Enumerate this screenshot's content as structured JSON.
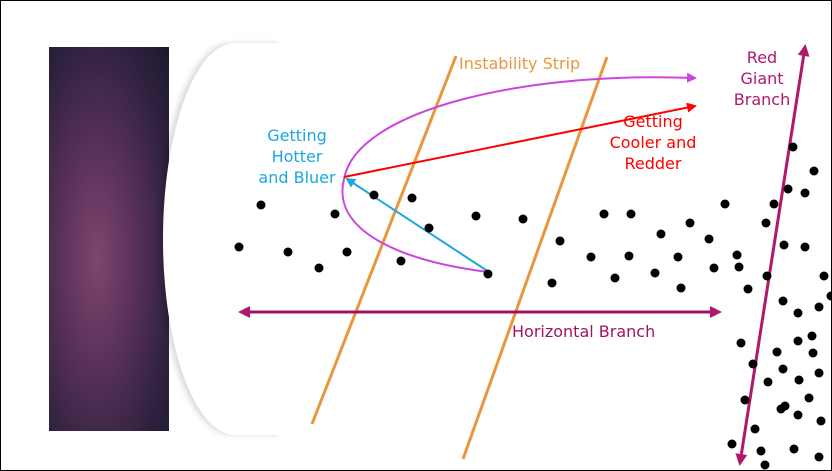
{
  "labels": {
    "instability_strip": "Instability Strip",
    "red_giant_branch": [
      "Red",
      "Giant",
      "Branch"
    ],
    "getting_cooler": [
      "Getting",
      "Cooler and",
      "Redder"
    ],
    "getting_hotter": [
      "Getting",
      "Hotter",
      "and Bluer"
    ],
    "horizontal_branch": "Horizontal Branch"
  },
  "colors": {
    "instability_strip": "#e8973f",
    "red_giant_branch": "#b0186b",
    "horizontal_branch": "#a0145f",
    "cooler_arrow": "#ff0000",
    "hotter_arrow": "#1aa7e2",
    "loop": "#cc44dd",
    "stars": "#000000"
  },
  "stars_count": 67
}
